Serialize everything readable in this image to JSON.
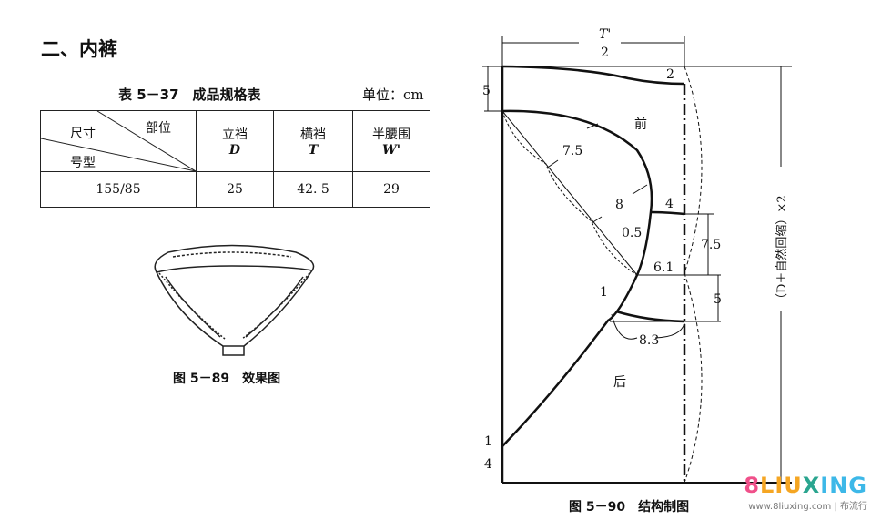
{
  "section_title": "二、内裤",
  "table": {
    "caption": "表 5－37　成品规格表",
    "unit": "单位：cm",
    "corner": {
      "top": "部位",
      "middle": "尺寸",
      "bottom": "号型"
    },
    "columns": [
      {
        "name": "立裆",
        "symbol": "D"
      },
      {
        "name": "横裆",
        "symbol": "T"
      },
      {
        "name": "半腰围",
        "symbol": "W'"
      }
    ],
    "rows": [
      {
        "size": "155/85",
        "values": [
          "25",
          "42. 5",
          "29"
        ]
      }
    ]
  },
  "figure_effect": {
    "caption": "图 5－89　效果图"
  },
  "figure_structure": {
    "caption": "图 5－90　结构制图",
    "top_dim_num": "T'",
    "top_dim_den": "2",
    "right_dim": "（D＋自然回缩）×2",
    "labels": {
      "front": "前",
      "back": "后",
      "waist_drop": "2",
      "waistband": "5",
      "curve_a": "7.5",
      "curve_b": "8",
      "offset_small": "0.5",
      "leg_top": "4",
      "leg_gap": "7.5",
      "leg_mid": "6.1",
      "leg_low": "5",
      "back_tick": "1",
      "back_arc": "8.3",
      "bottom_a": "1",
      "bottom_b": "4"
    }
  },
  "watermark": {
    "brand": "8LIUXING",
    "url": "www.8liuxing.com | 布流行",
    "colors": [
      "#f0508a",
      "#f5a623",
      "#3db8e8",
      "#2aa58f",
      "#9b3d8c"
    ]
  }
}
